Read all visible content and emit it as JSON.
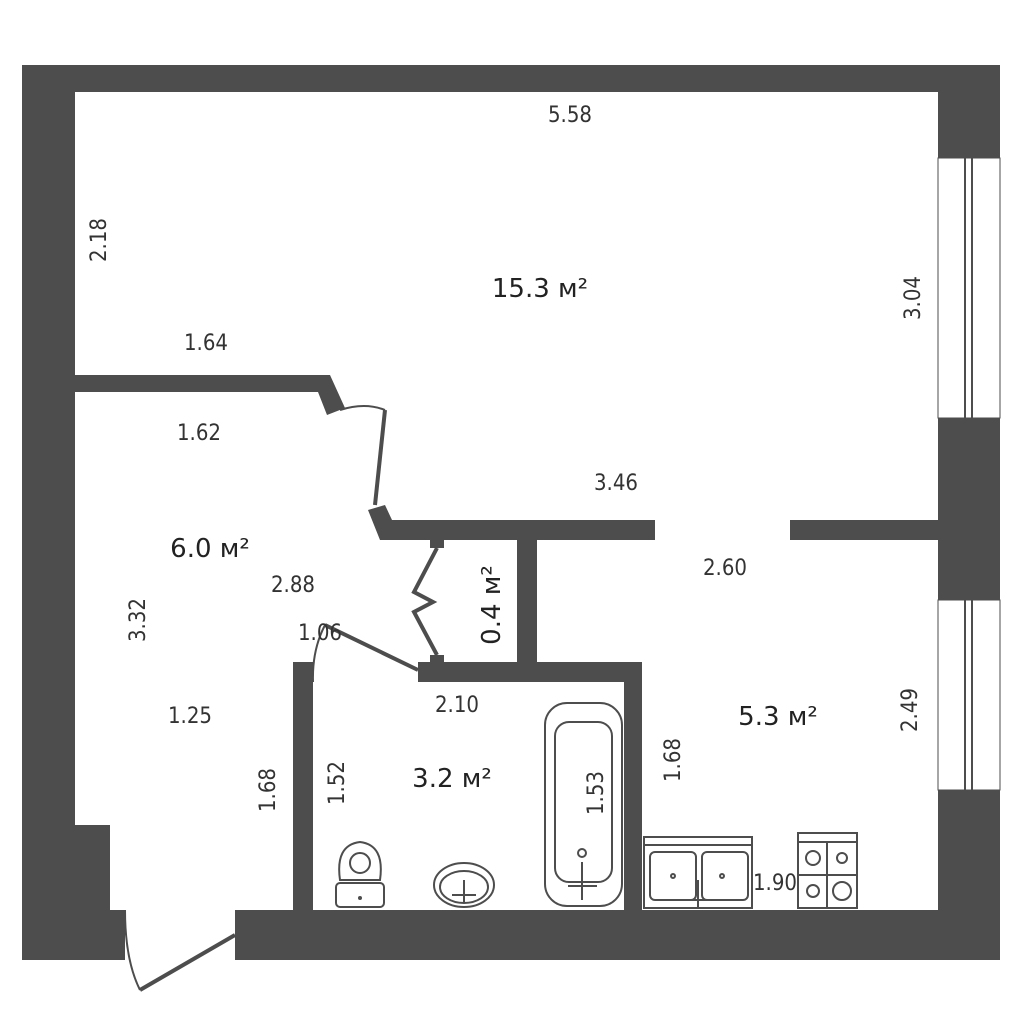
{
  "plan": {
    "rooms": [
      {
        "id": "living",
        "area": "15.3 м²"
      },
      {
        "id": "hall",
        "area": "6.0 м²"
      },
      {
        "id": "closet",
        "area": "0.4 м²"
      },
      {
        "id": "bathroom",
        "area": "3.2 м²"
      },
      {
        "id": "kitchen",
        "area": "5.3 м²"
      }
    ],
    "dimensions": {
      "living_top": "5.58",
      "living_left": "2.18",
      "living_right": "3.04",
      "living_bottom_left": "1.64",
      "living_bottom": "3.46",
      "hall_top": "1.62",
      "hall_left": "3.32",
      "hall_diag": "2.88",
      "hall_door": "1.06",
      "hall_mid": "1.25",
      "hall_lower": "1.68",
      "bath_top": "2.10",
      "bath_left": "1.52",
      "bath_tub": "1.53",
      "kitchen_top": "2.60",
      "kitchen_right": "2.49",
      "kitchen_left": "1.68",
      "kitchen_bottom": "1.90"
    }
  }
}
